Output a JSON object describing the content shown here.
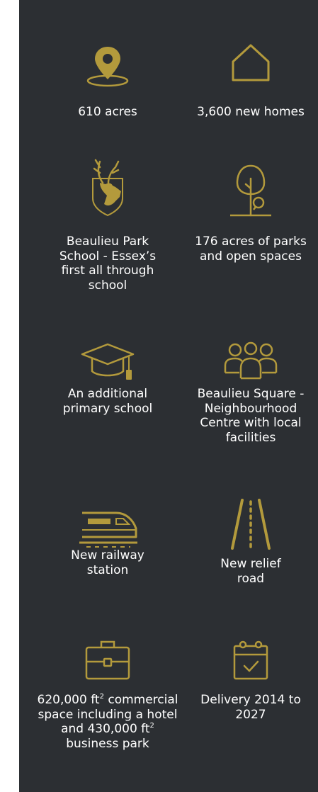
{
  "accent": "#b39a3c",
  "background": "#2c2f33",
  "features": [
    {
      "icon": "location-pin-icon",
      "label": "610 acres"
    },
    {
      "icon": "house-icon",
      "label": "3,600 new homes"
    },
    {
      "icon": "stag-crest-icon",
      "label": "Beaulieu Park School - Essex’s first all through school"
    },
    {
      "icon": "tree-icon",
      "label": "176 acres of parks and open spaces"
    },
    {
      "icon": "graduation-cap-icon",
      "label": "An additional primary school"
    },
    {
      "icon": "people-group-icon",
      "label": "Beaulieu Square - Neighbourhood Centre with local facilities"
    },
    {
      "icon": "train-icon",
      "label": "New railway station"
    },
    {
      "icon": "road-icon",
      "label": "New relief road"
    },
    {
      "icon": "briefcase-icon",
      "label_parts": [
        "620,000 ft",
        "2",
        "commercial space including a hotel and 430,000 ft",
        "2",
        "business park"
      ]
    },
    {
      "icon": "calendar-icon",
      "label": "Delivery 2014 to 2027"
    }
  ]
}
